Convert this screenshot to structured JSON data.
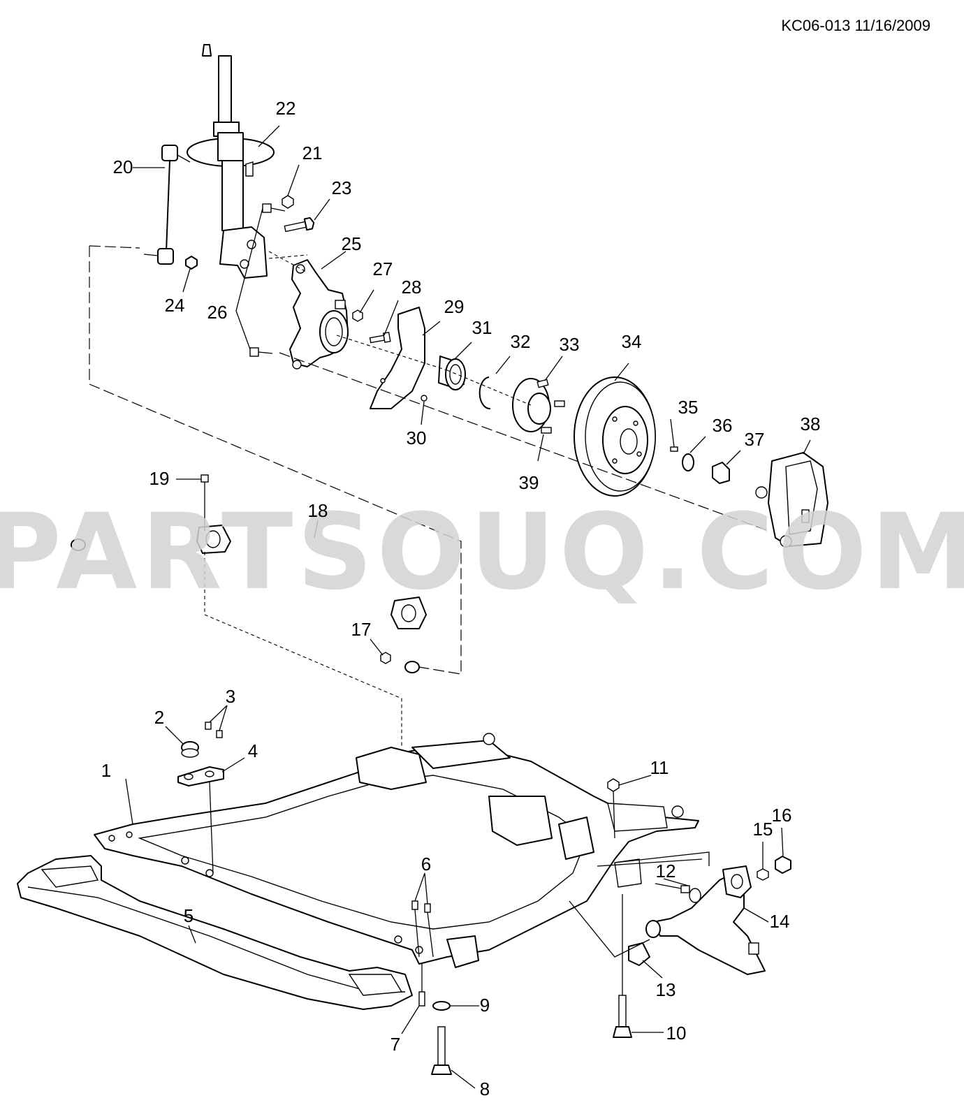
{
  "document_id": "KC06-013 11/16/2009",
  "watermark": "PARTSOUQ.COM",
  "callouts": [
    "1",
    "2",
    "3",
    "4",
    "5",
    "6",
    "7",
    "8",
    "9",
    "10",
    "11",
    "12",
    "13",
    "14",
    "15",
    "16",
    "17",
    "18",
    "19",
    "20",
    "21",
    "22",
    "23",
    "24",
    "25",
    "26",
    "27",
    "28",
    "29",
    "30",
    "31",
    "32",
    "33",
    "34",
    "35",
    "36",
    "37",
    "38",
    "39"
  ]
}
